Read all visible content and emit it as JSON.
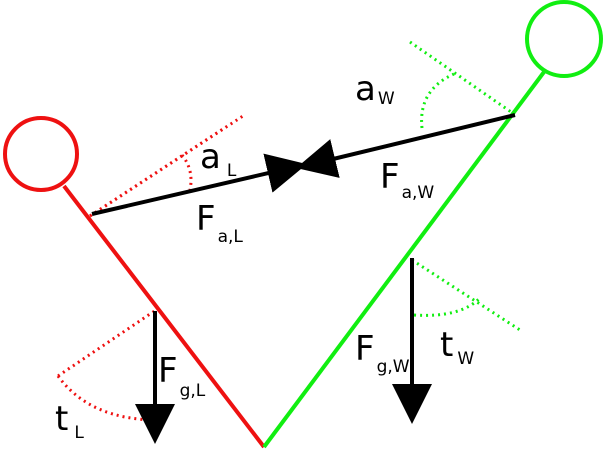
{
  "colors": {
    "left": "#ee1111",
    "right": "#11ee11",
    "vector": "#000000"
  },
  "labels": {
    "a_w": {
      "main": "a",
      "sub": "W"
    },
    "a_l": {
      "main": "a",
      "sub": "L"
    },
    "f_aw": {
      "main": "F",
      "sub": "a,W"
    },
    "f_al": {
      "main": "F",
      "sub": "a,L"
    },
    "f_gl": {
      "main": "F",
      "sub": "g,L"
    },
    "f_gw": {
      "main": "F",
      "sub": "g,W"
    },
    "t_l": {
      "main": "t",
      "sub": "L"
    },
    "t_w": {
      "main": "t",
      "sub": "W"
    }
  }
}
